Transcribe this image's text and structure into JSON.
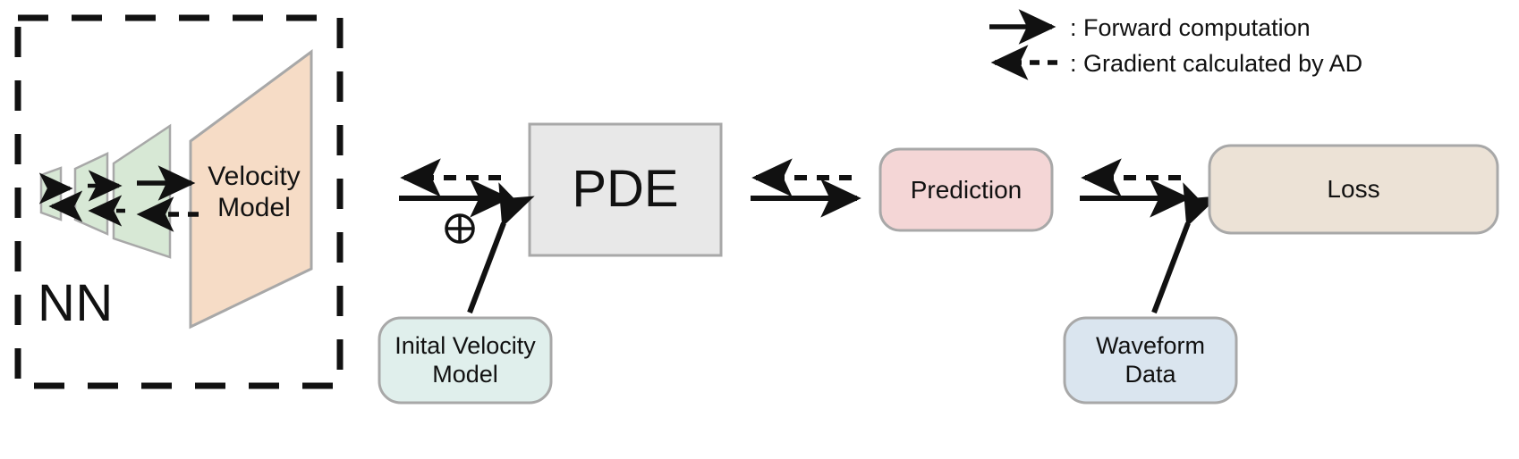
{
  "diagram": {
    "type": "flow-diagram",
    "title_visible": false,
    "colors": {
      "nn_layer_green": "#d7e8d5",
      "velocity_model_peach": "#f6dcc6",
      "pde_gray": "#e8e8e8",
      "prediction_pink": "#f4d6d6",
      "loss_beige": "#ece2d6",
      "initial_velocity_mint": "#e0efec",
      "waveform_blue": "#dae5ef",
      "stroke_gray": "#a8a8a8",
      "arrow_black": "#111111",
      "dashed_border": "#111111"
    },
    "nn_group": {
      "tag": "NN",
      "layers": [
        {
          "name": "layer-1",
          "fill": "#d7e8d5"
        },
        {
          "name": "layer-2",
          "fill": "#d7e8d5"
        },
        {
          "name": "layer-3",
          "fill": "#d7e8d5"
        }
      ],
      "output": {
        "label": "Velocity\nModel",
        "fill": "#f6dcc6"
      }
    },
    "nodes": [
      {
        "id": "pde",
        "label": "PDE",
        "fill": "#e8e8e8",
        "shape": "rect"
      },
      {
        "id": "prediction",
        "label": "Prediction",
        "fill": "#f4d6d6",
        "shape": "rounded-rect"
      },
      {
        "id": "loss",
        "label": "Loss",
        "fill": "#ece2d6",
        "shape": "rounded-rect"
      },
      {
        "id": "initial_velocity_model",
        "label": "Inital Velocity\nModel",
        "fill": "#e0efec",
        "shape": "rounded-rect"
      },
      {
        "id": "waveform_data",
        "label": "Waveform\nData",
        "fill": "#dae5ef",
        "shape": "rounded-rect"
      }
    ],
    "operators": [
      {
        "id": "sum-operator",
        "symbol": "⊕",
        "meaning": "combine"
      }
    ],
    "edges": [
      {
        "from": "velocity_model",
        "to": "pde",
        "style": "solid",
        "direction": "forward"
      },
      {
        "from": "pde",
        "to": "velocity_model",
        "style": "dashed",
        "direction": "backward"
      },
      {
        "from": "pde",
        "to": "prediction",
        "style": "solid",
        "direction": "forward"
      },
      {
        "from": "prediction",
        "to": "pde",
        "style": "dashed",
        "direction": "backward"
      },
      {
        "from": "prediction",
        "to": "loss",
        "style": "solid",
        "direction": "forward"
      },
      {
        "from": "loss",
        "to": "prediction",
        "style": "dashed",
        "direction": "backward"
      },
      {
        "from": "initial_velocity_model",
        "to": "pde",
        "style": "solid",
        "direction": "forward"
      },
      {
        "from": "waveform_data",
        "to": "loss",
        "style": "solid",
        "direction": "forward"
      }
    ]
  },
  "legend": {
    "items": [
      {
        "icon": "solid-arrow-right-icon",
        "separator": ":",
        "label": "Forward computation"
      },
      {
        "icon": "dashed-arrow-left-icon",
        "separator": ":",
        "label": "Gradient calculated by AD"
      }
    ],
    "entry_1_text": ": Forward computation",
    "entry_2_text": ": Gradient calculated by AD"
  }
}
